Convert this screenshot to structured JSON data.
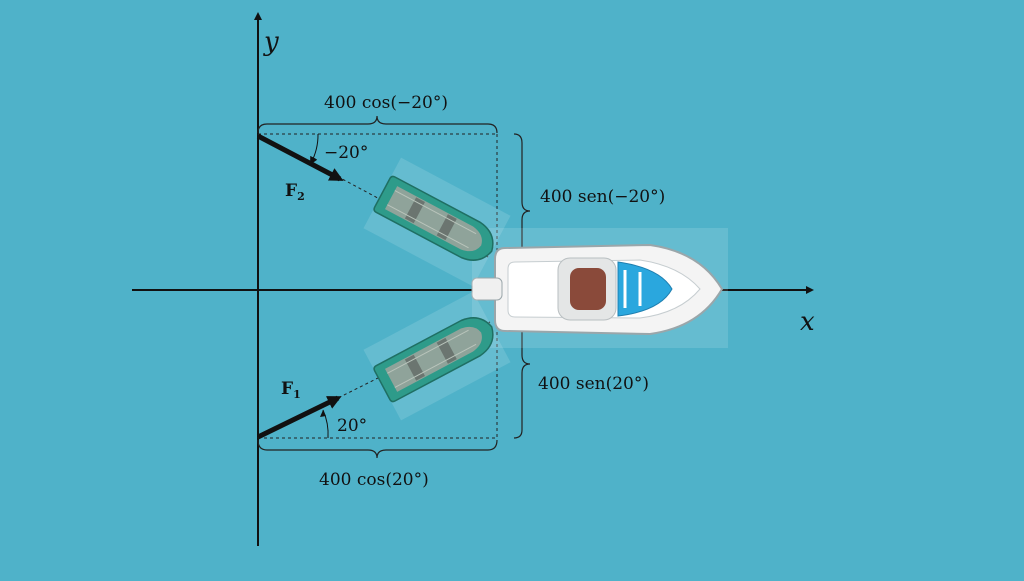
{
  "axes": {
    "x_label": "x",
    "y_label": "y"
  },
  "forces": [
    {
      "symbol": "F",
      "subscript": "1",
      "angle_label": "20°",
      "x_component": "400 cos(20°)",
      "y_component": "400 sen(20°)"
    },
    {
      "symbol": "F",
      "subscript": "2",
      "angle_label": "−20°",
      "x_component": "400 cos(−20°)",
      "y_component": "400 sen(−20°)"
    }
  ],
  "colors": {
    "water": "#4fb2c9",
    "axis": "#111111",
    "dinghy_hull": "#2e9b8a",
    "dinghy_deck": "#8fa39a",
    "yacht_hull": "#f4f4f4",
    "yacht_cabin": "#8a4a3a",
    "yacht_window": "#2aa7de"
  },
  "icons": [
    "dinghy-icon",
    "yacht-icon"
  ]
}
